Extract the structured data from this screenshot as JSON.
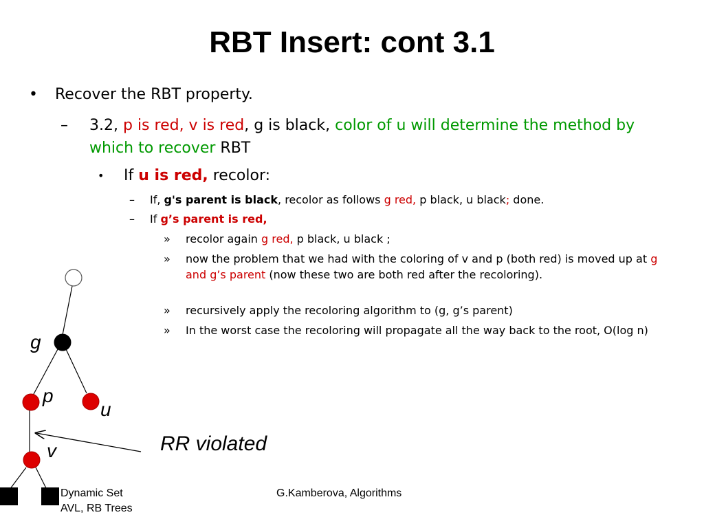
{
  "title": "RBT Insert: cont 3.1",
  "bullets": {
    "b1": "Recover the RBT property.",
    "b2": {
      "a": "3.2, ",
      "red": "p is red, v is red",
      "b": ", g is black, ",
      "green": "color of u will determine the method by which to recover",
      "c": " RBT"
    },
    "b3": {
      "a": "If ",
      "red": "u is red,",
      "b": " recolor:"
    },
    "b4": {
      "a": "If, ",
      "bold": "g's parent is black",
      "b": ", recolor as follows ",
      "red1": "g red,",
      "c": " p black, u black",
      "red2": ";",
      "d": " done."
    },
    "b5": {
      "a": "If ",
      "red": "g’s parent is red,"
    },
    "s1": {
      "a": "recolor again ",
      "red": "g red,",
      "b": " p black, u black ;"
    },
    "s2": {
      "a": "now the problem that we had with the coloring of v and p (both red) is moved up at ",
      "red": "g and g’s parent",
      "b": " (now these two are both red after the recoloring)."
    },
    "s3": "recursively apply the recoloring algorithm to (g, g’s parent)",
    "s4": "In the worst case the recoloring will propagate all the way back to the root, O(log n)"
  },
  "markers": {
    "bullet": "•",
    "dash": "–",
    "raquo": "»"
  },
  "tree": {
    "labels": {
      "g": "g",
      "p": "p",
      "u": "u",
      "v": "v"
    },
    "node_colors": {
      "root": "#ffffff",
      "g": "#000000",
      "p": "#dd0000",
      "u": "#dd0000",
      "v": "#dd0000",
      "leaf": "#000000"
    }
  },
  "annotation": "RR violated",
  "footer": {
    "left_line1": "Dynamic Set",
    "left_line2": "AVL, RB Trees",
    "center": "G.Kamberova, Algorithms"
  }
}
